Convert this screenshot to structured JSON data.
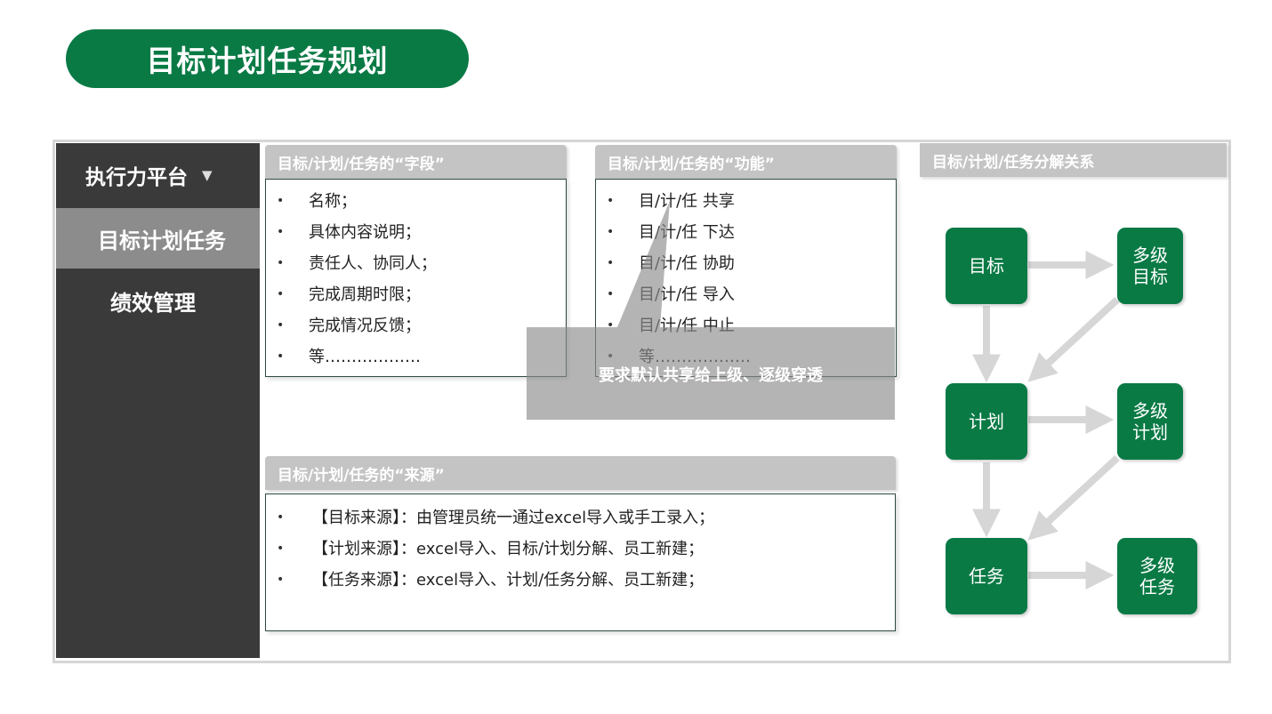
{
  "page_title": "目标计划任务规划",
  "sidebar": {
    "header": "执行力平台",
    "header_caret": "▼",
    "items": [
      {
        "label": "目标计划任务",
        "active": true
      },
      {
        "label": "绩效管理",
        "active": false
      }
    ]
  },
  "fields_panel": {
    "title": "目标/计划/任务的“字段”",
    "items": [
      "名称；",
      "具体内容说明；",
      "责任人、协同人；",
      "完成周期时限；",
      "完成情况反馈；",
      "等………………"
    ]
  },
  "functions_panel": {
    "title": "目标/计划/任务的“功能”",
    "items": [
      "目/计/任 共享",
      "目/计/任 下达",
      "目/计/任 协助",
      "目/计/任 导入",
      "目/计/任 中止",
      "等………………"
    ]
  },
  "callout": {
    "text": "要求默认共享给上级、逐级穿透"
  },
  "sources_panel": {
    "title": "目标/计划/任务的“来源”",
    "items": [
      "【目标来源】：由管理员统一通过excel导入或手工录入；",
      "【计划来源】：excel导入、目标/计划分解、员工新建；",
      "【任务来源】：excel导入、计划/任务分解、员工新建；"
    ]
  },
  "decomposition": {
    "title": "目标/计划/任务分解关系",
    "nodes": {
      "goal": "目标",
      "plan": "计划",
      "task": "任务",
      "multi_goal": [
        "多级",
        "目标"
      ],
      "multi_plan": [
        "多级",
        "计划"
      ],
      "multi_task": [
        "多级",
        "任务"
      ]
    }
  },
  "colors": {
    "brand_green": "#0a7a45",
    "sidebar_dark": "#3a3a3a",
    "sidebar_active": "#8c8c8c",
    "panel_header": "#c4c4c4",
    "arrow_gray": "#d6d6d6"
  }
}
